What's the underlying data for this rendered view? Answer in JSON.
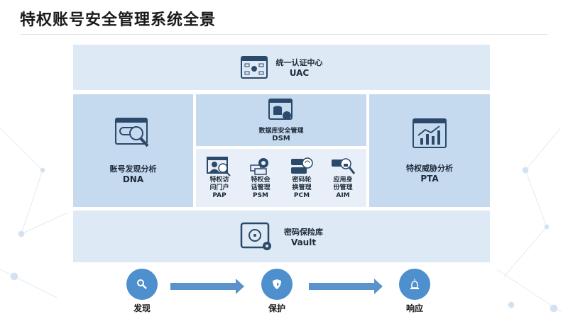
{
  "title": "特权账号安全管理系统全景",
  "uac": {
    "name": "统一认证中心",
    "code": "UAC"
  },
  "dna": {
    "name": "账号发现分析",
    "code": "DNA"
  },
  "dsm": {
    "name": "数据库安全管理",
    "code": "DSM"
  },
  "pta": {
    "name": "特权威胁分析",
    "code": "PTA"
  },
  "vault": {
    "name": "密码保险库",
    "code": "Vault"
  },
  "modules": [
    {
      "l1": "特权访",
      "l2": "问门户",
      "code": "PAP"
    },
    {
      "l1": "特权会",
      "l2": "话管理",
      "code": "PSM"
    },
    {
      "l1": "密码轮",
      "l2": "换管理",
      "code": "PCM"
    },
    {
      "l1": "应用身",
      "l2": "份管理",
      "code": "AIM"
    }
  ],
  "flow": [
    {
      "label": "发现",
      "icon": "search-icon"
    },
    {
      "label": "保护",
      "icon": "shield-icon"
    },
    {
      "label": "响应",
      "icon": "alarm-icon"
    }
  ],
  "colors": {
    "accent": "#4e8fcd",
    "dark_panel": "#c6daef",
    "light_panel": "#dde9f5"
  }
}
